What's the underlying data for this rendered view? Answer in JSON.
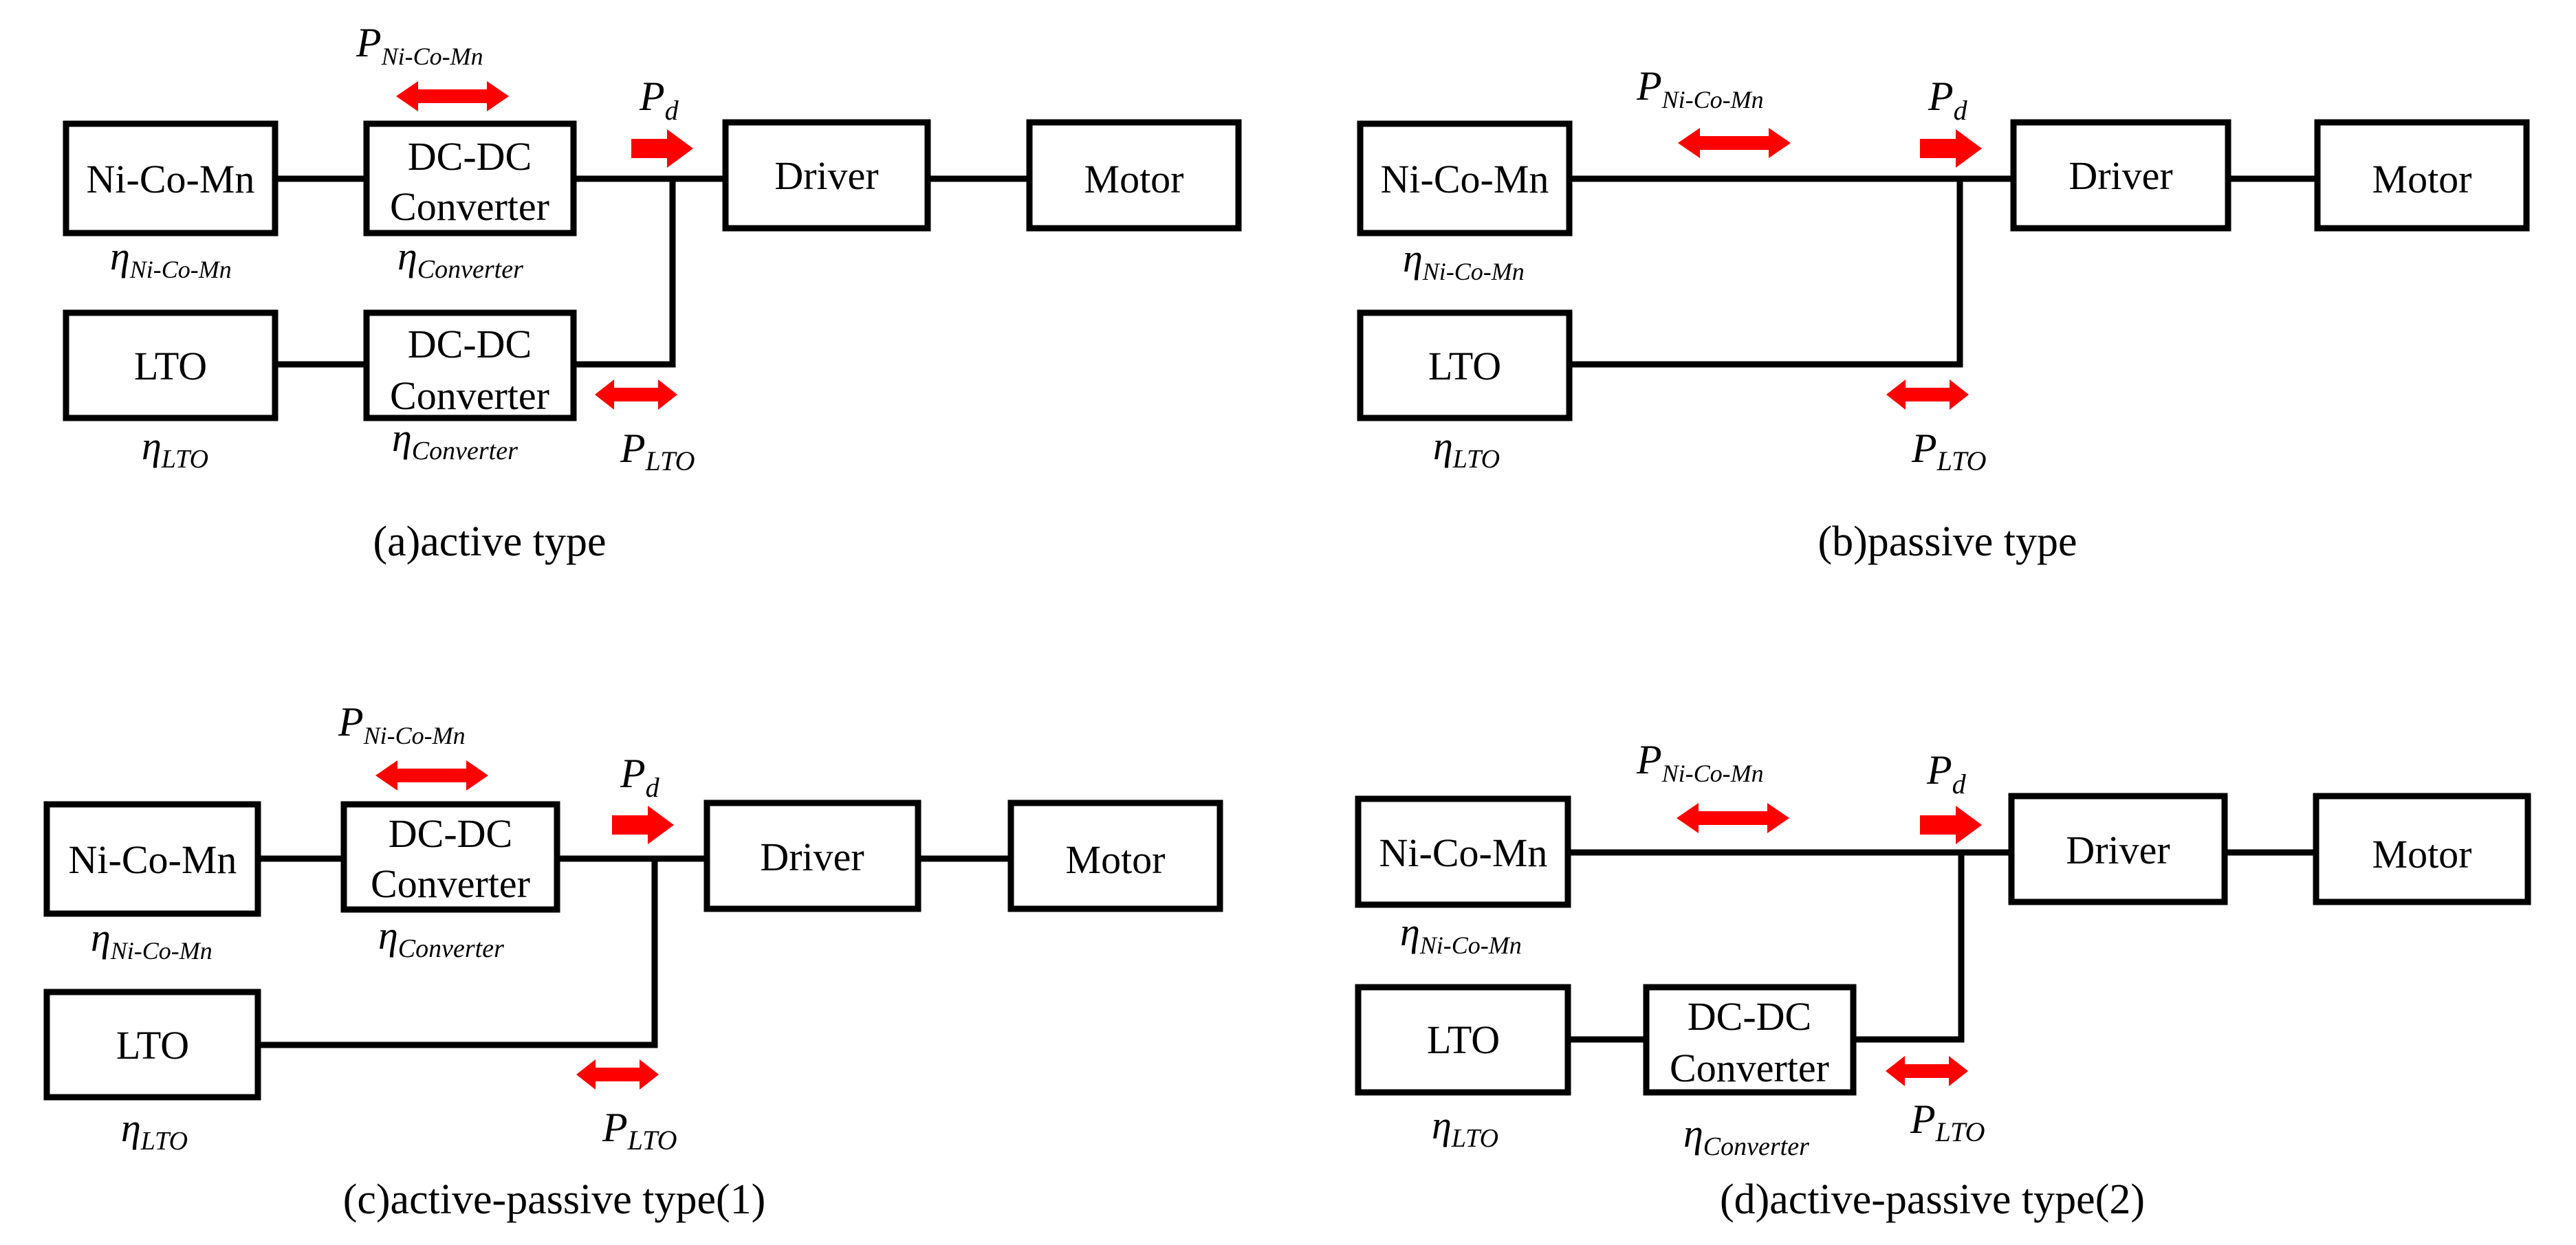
{
  "labels": {
    "ncm": "Ni-Co-Mn",
    "lto": "LTO",
    "dcdc": "DC-DC",
    "converter": "Converter",
    "driver": "Driver",
    "motor": "Motor"
  },
  "symbols": {
    "eta": "η",
    "p": "P",
    "sub_ncm": "Ni-Co-Mn",
    "sub_lto": "LTO",
    "sub_conv": "Converter",
    "sub_d": "d"
  },
  "captions": {
    "a": "(a)active type",
    "b": "(b)passive type",
    "c": "(c)active-passive type(1)",
    "d": "(d)active-passive type(2)"
  },
  "colors": {
    "arrow": "#ff0000",
    "line": "#000000"
  }
}
